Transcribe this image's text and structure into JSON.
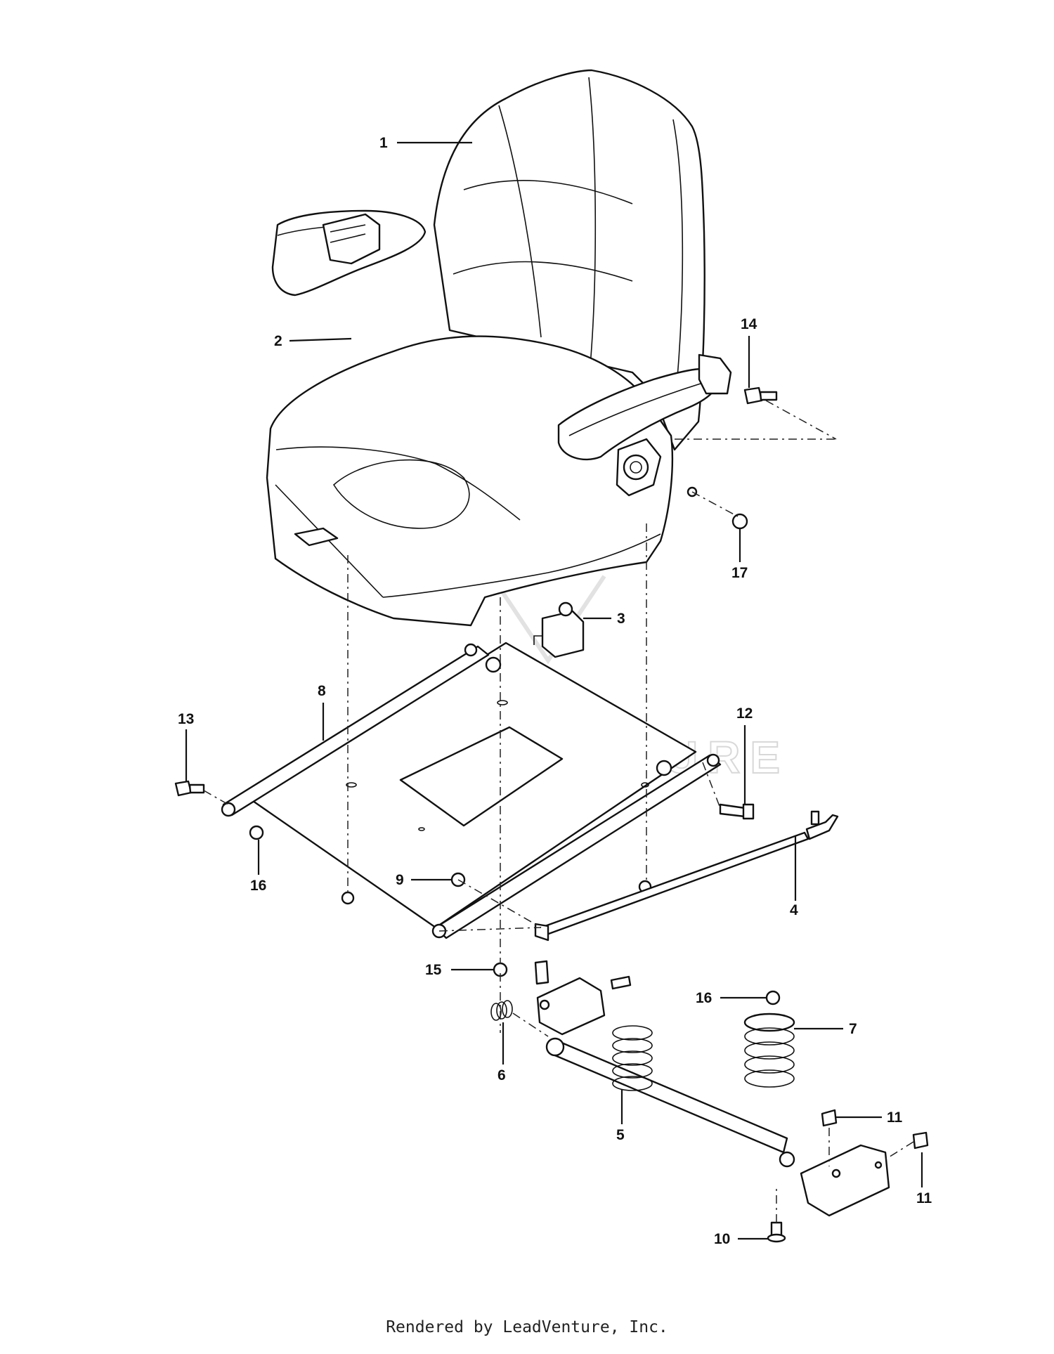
{
  "watermark": "LEADVENTURE",
  "footer": "Rendered by LeadVenture, Inc.",
  "callouts": {
    "c1": "1",
    "c2": "2",
    "c3": "3",
    "c4": "4",
    "c5": "5",
    "c6": "6",
    "c7": "7",
    "c8": "8",
    "c9": "9",
    "c10": "10",
    "c11a": "11",
    "c11b": "11",
    "c12": "12",
    "c13": "13",
    "c14": "14",
    "c15": "15",
    "c16a": "16",
    "c16b": "16",
    "c17": "17"
  }
}
